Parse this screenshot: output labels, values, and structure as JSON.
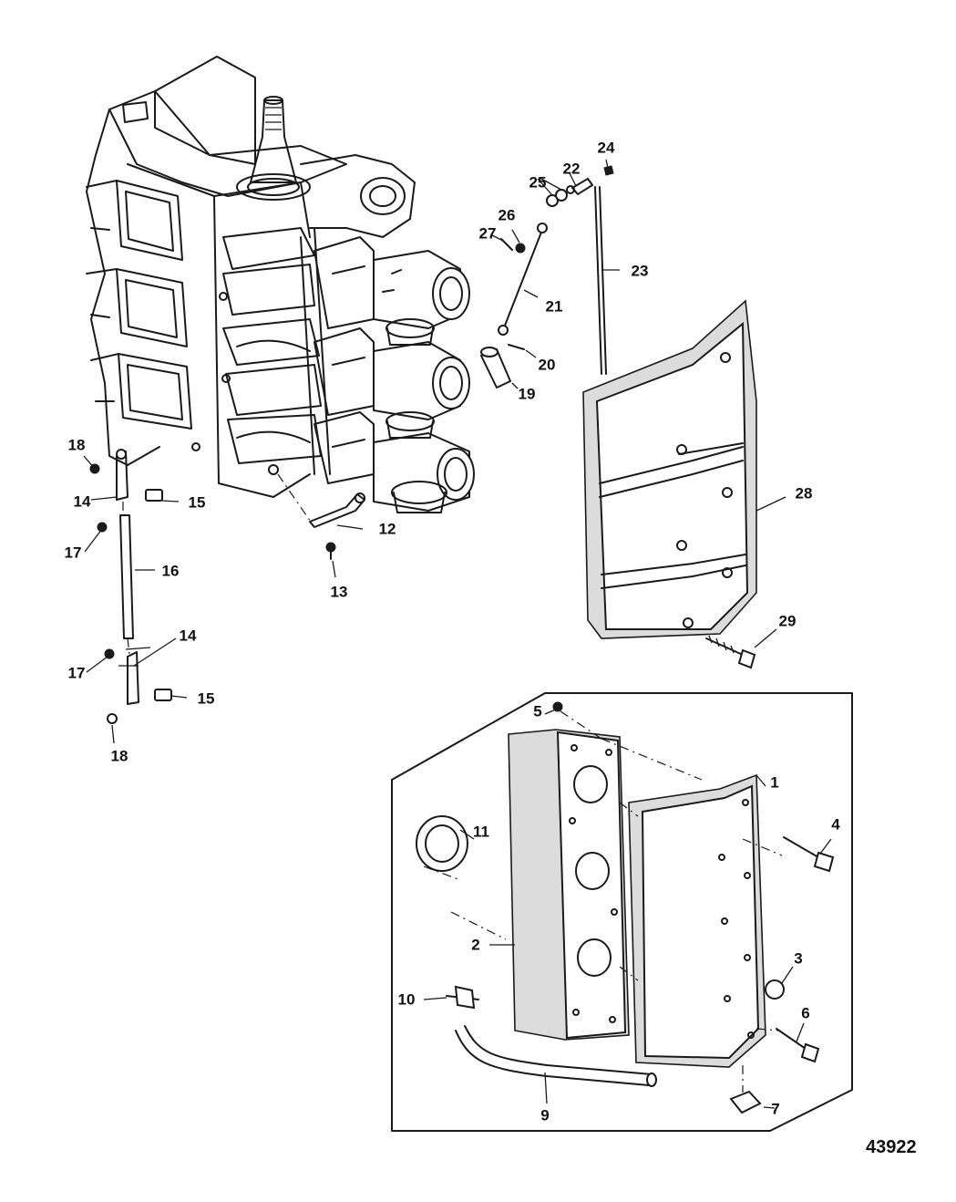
{
  "figure_number": "43922",
  "callouts": [
    {
      "id": "c1",
      "label": "1"
    },
    {
      "id": "c2",
      "label": "2"
    },
    {
      "id": "c3",
      "label": "3"
    },
    {
      "id": "c4",
      "label": "4"
    },
    {
      "id": "c5",
      "label": "5"
    },
    {
      "id": "c6",
      "label": "6"
    },
    {
      "id": "c7",
      "label": "7"
    },
    {
      "id": "c9",
      "label": "9"
    },
    {
      "id": "c10",
      "label": "10"
    },
    {
      "id": "c11",
      "label": "11"
    },
    {
      "id": "c12",
      "label": "12"
    },
    {
      "id": "c13",
      "label": "13"
    },
    {
      "id": "c14a",
      "label": "14"
    },
    {
      "id": "c14b",
      "label": "14"
    },
    {
      "id": "c15a",
      "label": "15"
    },
    {
      "id": "c15b",
      "label": "15"
    },
    {
      "id": "c16",
      "label": "16"
    },
    {
      "id": "c17a",
      "label": "17"
    },
    {
      "id": "c17b",
      "label": "17"
    },
    {
      "id": "c18a",
      "label": "18"
    },
    {
      "id": "c18b",
      "label": "18"
    },
    {
      "id": "c19",
      "label": "19"
    },
    {
      "id": "c20",
      "label": "20"
    },
    {
      "id": "c21",
      "label": "21"
    },
    {
      "id": "c22",
      "label": "22"
    },
    {
      "id": "c23",
      "label": "23"
    },
    {
      "id": "c24",
      "label": "24"
    },
    {
      "id": "c25",
      "label": "25"
    },
    {
      "id": "c26",
      "label": "26"
    },
    {
      "id": "c27",
      "label": "27"
    },
    {
      "id": "c28",
      "label": "28"
    },
    {
      "id": "c29",
      "label": "29"
    }
  ]
}
